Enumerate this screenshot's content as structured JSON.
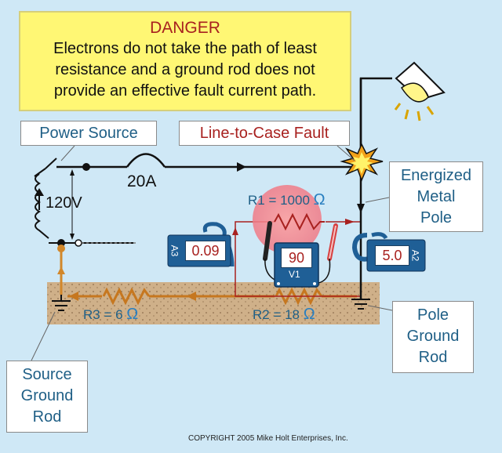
{
  "danger": {
    "heading": "DANGER",
    "line1": "Electrons do not take the path of least",
    "line2": "resistance and a ground rod does not",
    "line3": "provide an effective fault current path."
  },
  "labels": {
    "power_source": "Power Source",
    "line_to_case_fault": "Line-to-Case Fault",
    "energized_metal_pole_1": "Energized",
    "energized_metal_pole_2": "Metal",
    "energized_metal_pole_3": "Pole",
    "pole_ground_rod_1": "Pole",
    "pole_ground_rod_2": "Ground",
    "pole_ground_rod_3": "Rod",
    "source_ground_rod_1": "Source",
    "source_ground_rod_2": "Ground",
    "source_ground_rod_3": "Rod"
  },
  "circuit": {
    "voltage": "120V",
    "breaker": "20A",
    "r1": "R1 = 1000",
    "r2": "R2 = 18",
    "r3": "R3 = 6",
    "ohm": "Ω"
  },
  "meters": {
    "a3": {
      "tag": "A3",
      "value": "0.09"
    },
    "v1": {
      "tag": "V1",
      "value": "90"
    },
    "a2": {
      "tag": "A2",
      "value": "5.0"
    }
  },
  "copyright": "COPYRIGHT 2005  Mike Holt Enterprises, Inc.",
  "colors": {
    "background": "#cfe8f6",
    "danger_fill": "#fff774",
    "danger_text": "#a8211f",
    "label_blue": "#1f5f86",
    "fault_path": "#a8211f",
    "earth": "#cfb089",
    "meter_body": "#1f5f96"
  }
}
